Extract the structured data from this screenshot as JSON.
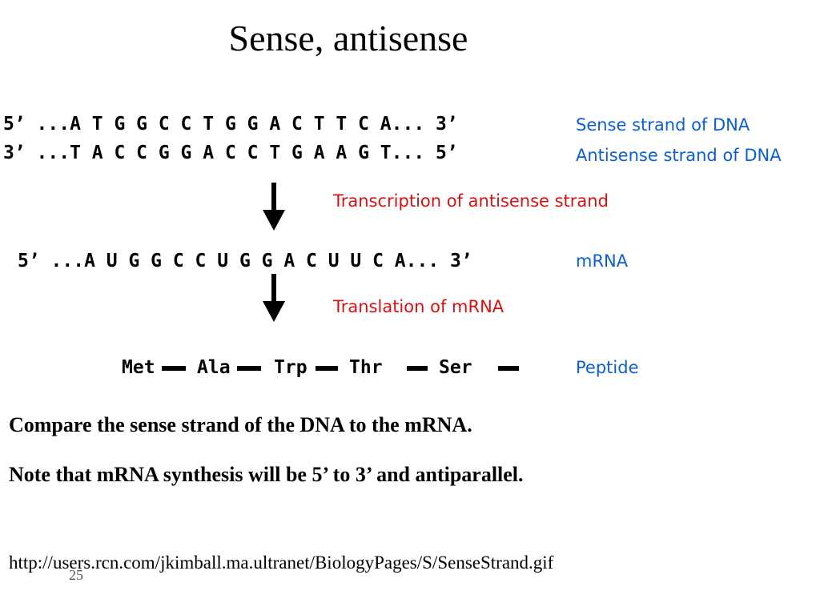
{
  "title": "Sense, antisense",
  "sequences": {
    "sense": "5’ ...A T G G C C T G G A C T T C A... 3’",
    "antisense": "3’ ...T A C C G G A C C T G A A G T... 5’",
    "mrna": "5’ ...A U G G C C U G G A C U U C A... 3’"
  },
  "labels": {
    "sense": "Sense strand of DNA",
    "antisense": "Antisense strand of DNA",
    "transcription": "Transcription of antisense strand",
    "mrna": "mRNA",
    "translation": "Translation of mRNA",
    "peptide": "Peptide"
  },
  "peptide": [
    "Met",
    "Ala",
    "Trp",
    "Thr",
    "Ser"
  ],
  "text": {
    "compare": "Compare the sense strand of the DNA to the mRNA.",
    "note": "Note that mRNA synthesis will be 5’ to 3’ and antiparallel.",
    "url": "http://users.rcn.com/jkimball.ma.ultranet/BiologyPages/S/SenseStrand.gif",
    "slide_number": "25"
  },
  "colors": {
    "label_blue": "#0a5fd8",
    "label_red": "#d81010"
  }
}
